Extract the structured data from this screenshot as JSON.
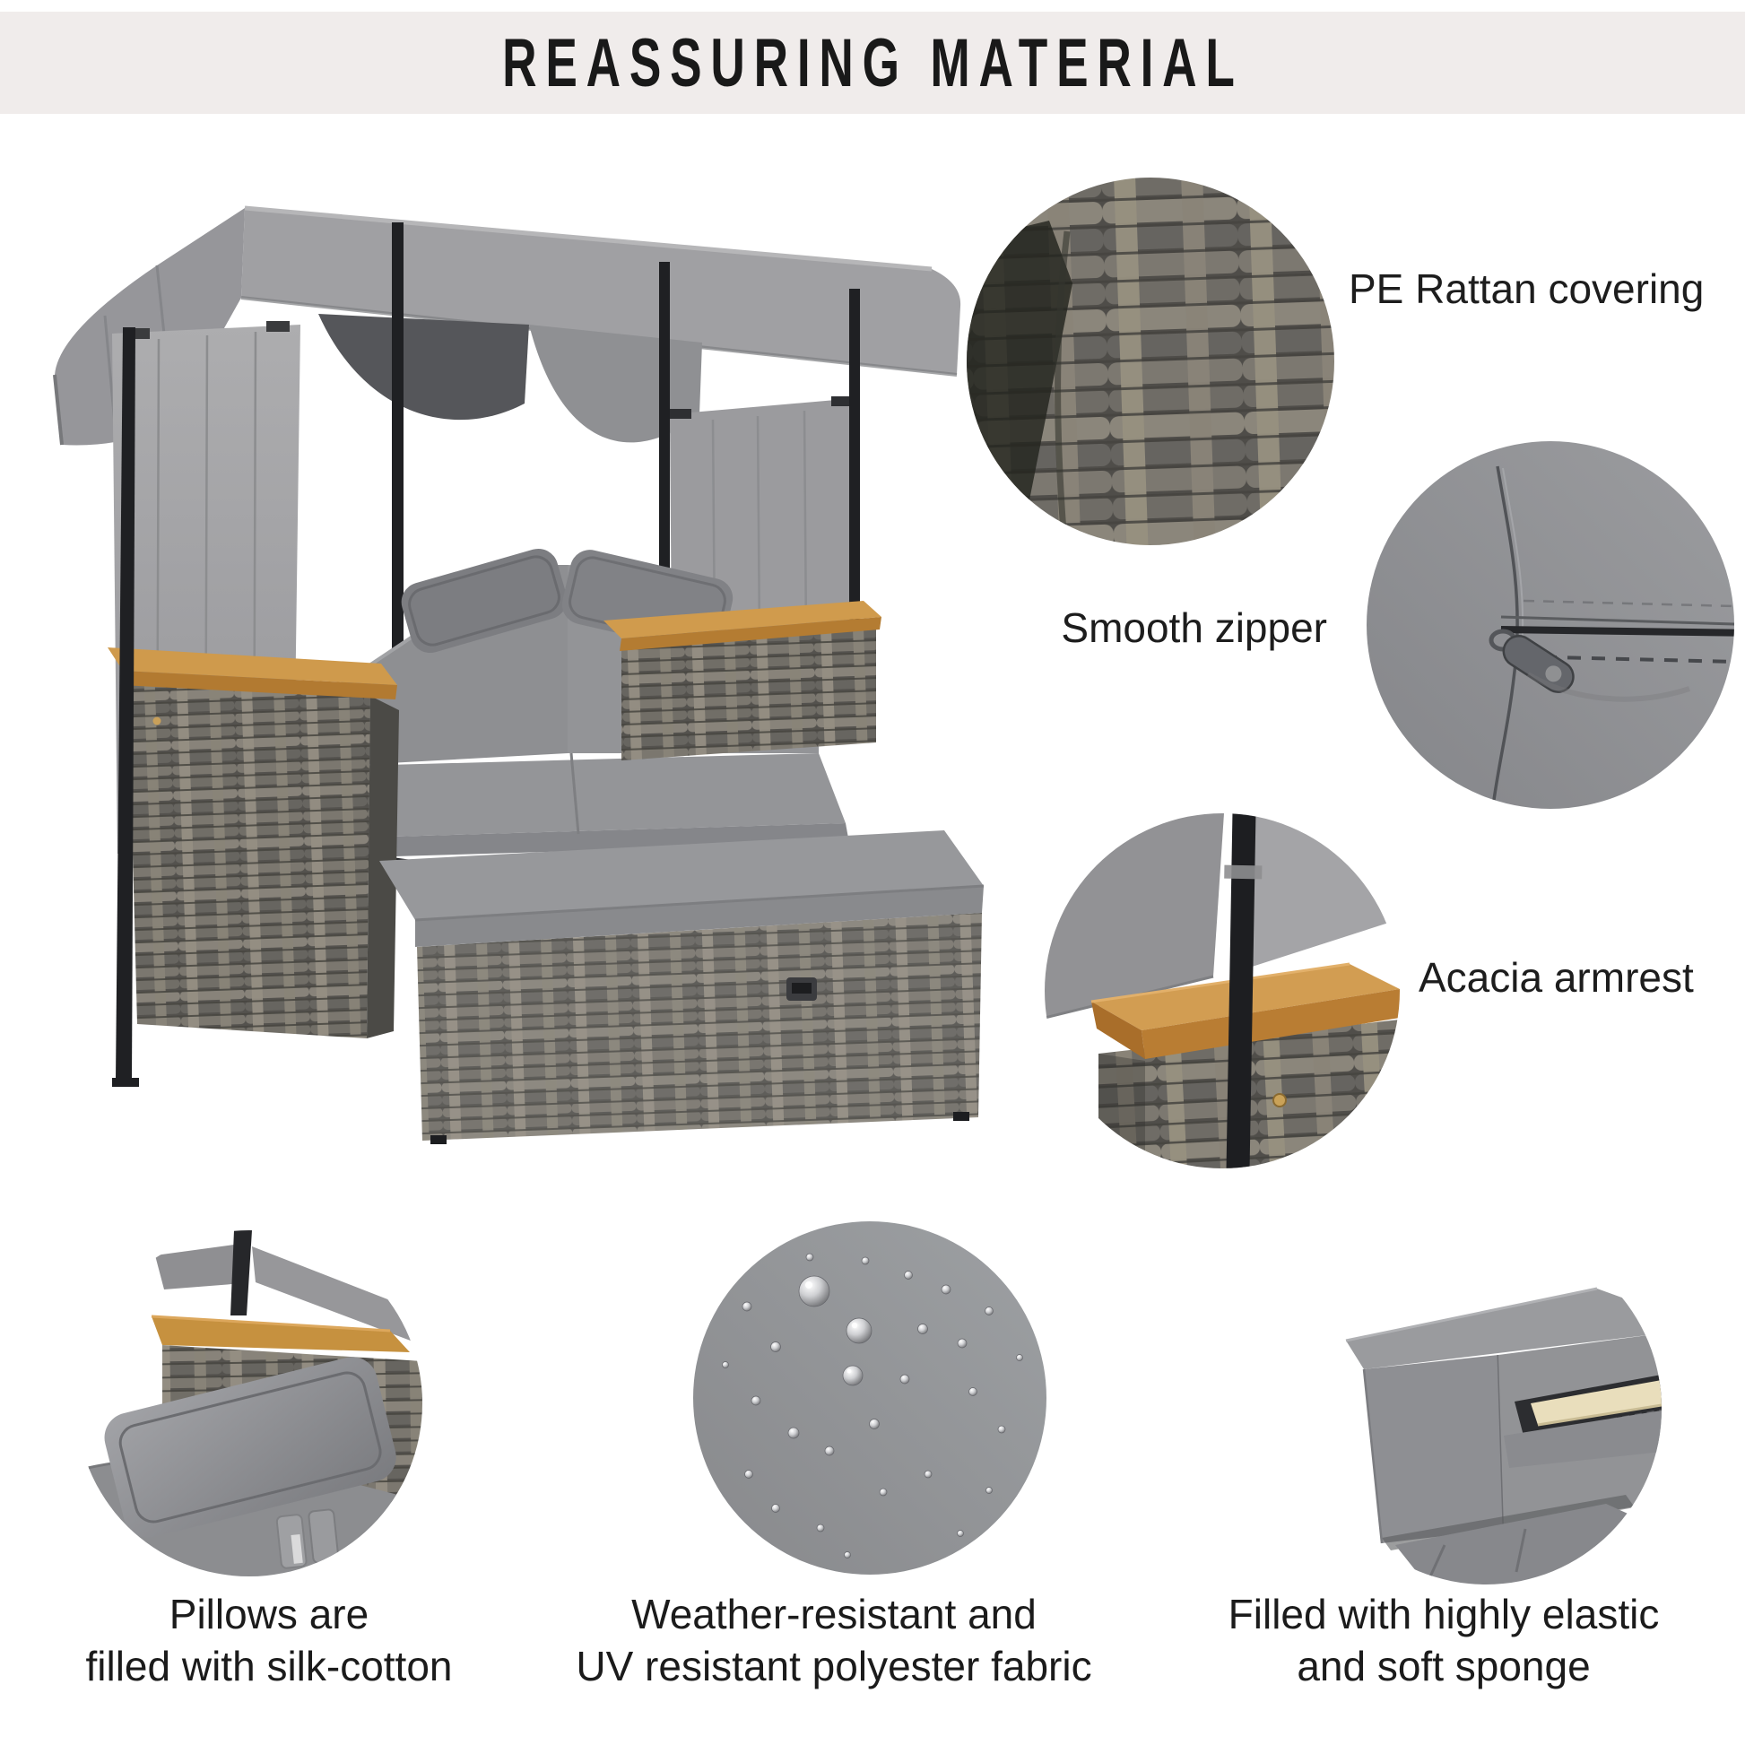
{
  "header": {
    "title": "REASSURING MATERIAL"
  },
  "callouts": {
    "rattan": {
      "label": "PE Rattan covering"
    },
    "zipper": {
      "label": "Smooth zipper"
    },
    "armrest": {
      "label": "Acacia armrest"
    }
  },
  "features": {
    "pillow": {
      "line1": "Pillows are",
      "line2": "filled with silk-cotton"
    },
    "fabric": {
      "line1": "Weather-resistant and",
      "line2": "UV resistant polyester fabric"
    },
    "sponge": {
      "line1": "Filled with highly elastic",
      "line2": "and soft sponge"
    }
  },
  "colors": {
    "band_bg": "#f0eceb",
    "text": "#1d1d1d",
    "canopy_gray": "#a0a0a3",
    "curtain_gray": "#a3a3a6",
    "cushion_gray": "#949598",
    "pillow_gray": "#7c7d81",
    "rattan_dark": "#57554f",
    "rattan_light": "#8d887c",
    "acacia_wood": "#cf9a4c",
    "frame_black": "#1f2023",
    "zipper_fabric": "#8f9092",
    "sponge_cream": "#e9debc"
  }
}
